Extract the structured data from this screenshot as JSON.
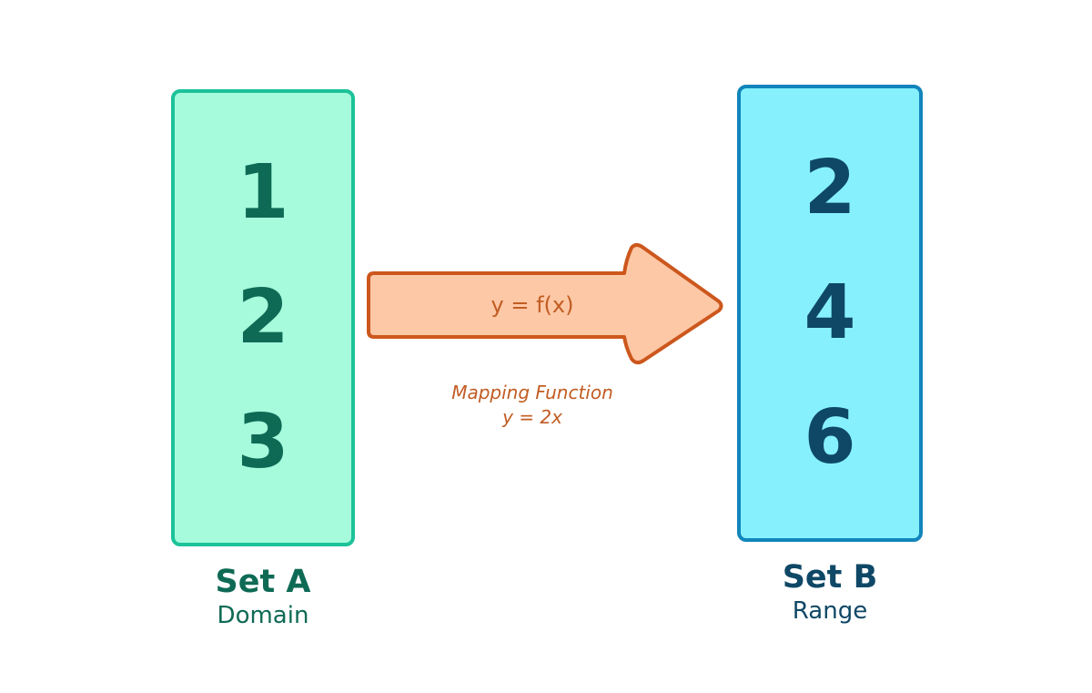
{
  "colors": {
    "set_a_fill": "#a6fbdc",
    "set_a_border": "#1cc29a",
    "set_a_text": "#0e6a55",
    "set_b_fill": "#86f1fc",
    "set_b_border": "#1185bb",
    "set_b_text": "#0f4866",
    "arrow_fill": "#fdc8a6",
    "arrow_border": "#cc571d",
    "arrow_text": "#c25c23"
  },
  "set_a": {
    "values": [
      "1",
      "2",
      "3"
    ],
    "name": "Set A",
    "role": "Domain"
  },
  "set_b": {
    "values": [
      "2",
      "4",
      "6"
    ],
    "name": "Set B",
    "role": "Range"
  },
  "arrow": {
    "label": "y = f(x)"
  },
  "mapping_note": {
    "line1": "Mapping Function",
    "line2": "y = 2x"
  }
}
